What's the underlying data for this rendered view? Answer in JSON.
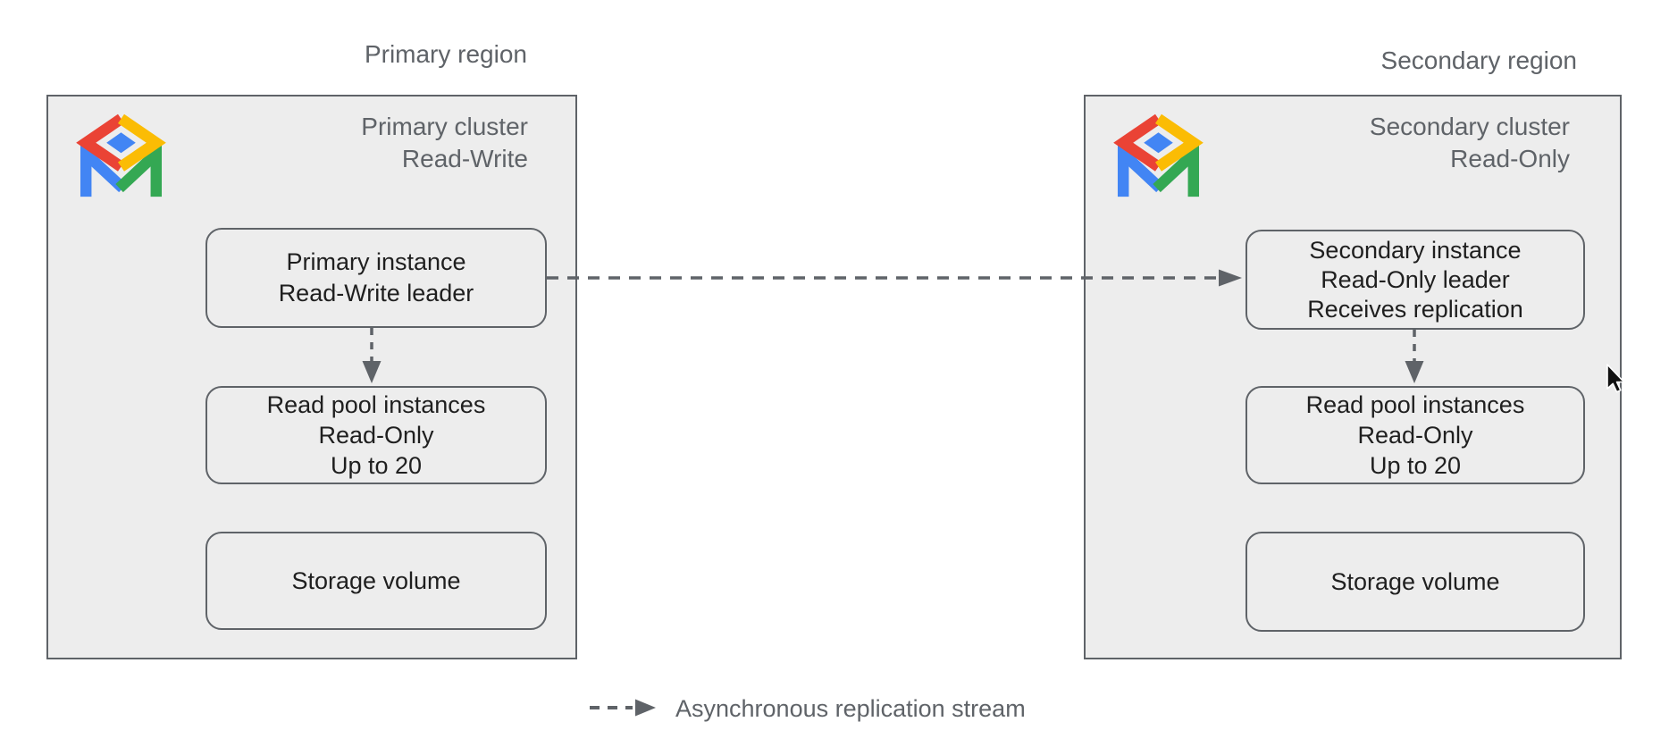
{
  "theme": {
    "background": "#ffffff",
    "cluster_fill": "#ededed",
    "node_fill": "#ededed",
    "border_color": "#5f6368",
    "text_muted": "#5f6368",
    "text_dark": "#1f1f1f",
    "arrow_color": "#5f6368",
    "logo_red": "#ea4335",
    "logo_yellow": "#fbbc04",
    "logo_green": "#34a853",
    "logo_blue": "#4285f4"
  },
  "primary": {
    "region_label": "Primary region",
    "cluster_title": [
      "Primary cluster",
      "Read-Write"
    ],
    "instance_lines": [
      "Primary instance",
      "Read-Write leader"
    ],
    "read_pool_lines": [
      "Read pool instances",
      "Read-Only",
      "Up to 20"
    ],
    "storage_label": "Storage volume"
  },
  "secondary": {
    "region_label": "Secondary region",
    "cluster_title": [
      "Secondary cluster",
      "Read-Only"
    ],
    "instance_lines": [
      "Secondary instance",
      "Read-Only leader",
      "Receives replication"
    ],
    "read_pool_lines": [
      "Read pool instances",
      "Read-Only",
      "Up to 20"
    ],
    "storage_label": "Storage volume"
  },
  "legend": {
    "label": "Asynchronous replication stream"
  }
}
